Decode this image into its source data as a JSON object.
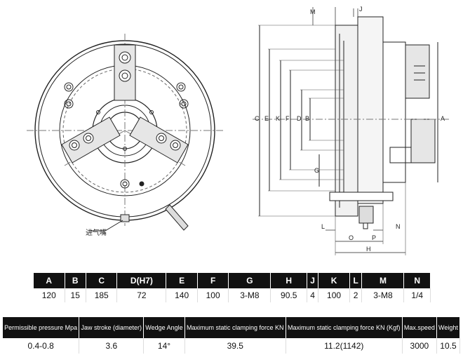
{
  "drawing": {
    "annotation_label": "进气嘴",
    "side_dim_labels": [
      "C",
      "E",
      "K",
      "F",
      "D",
      "G",
      "B",
      "A"
    ],
    "top_dim_labels": [
      "M",
      "J"
    ],
    "bottom_dim_labels": [
      "L",
      "N",
      "O",
      "P",
      "H"
    ]
  },
  "dimension_table": {
    "headers": [
      "A",
      "B",
      "C",
      "D(H7)",
      "E",
      "F",
      "G",
      "H",
      "J",
      "K",
      "L",
      "M",
      "N"
    ],
    "values": [
      "120",
      "15",
      "185",
      "72",
      "140",
      "100",
      "3-M8",
      "90.5",
      "4",
      "100",
      "2",
      "3-M8",
      "1/4"
    ]
  },
  "spec_table": {
    "headers": [
      "Permissible pressure Mpa",
      "Jaw stroke (diameter)",
      "Wedge Angle",
      "Maximum static clamping force KN",
      "Maximum static clamping force KN (Kgf)",
      "Max.speed",
      "Weight"
    ],
    "values": [
      "0.4-0.8",
      "3.6",
      "14°",
      "39.5",
      "11.2(1142)",
      "3000",
      "10.5"
    ]
  }
}
